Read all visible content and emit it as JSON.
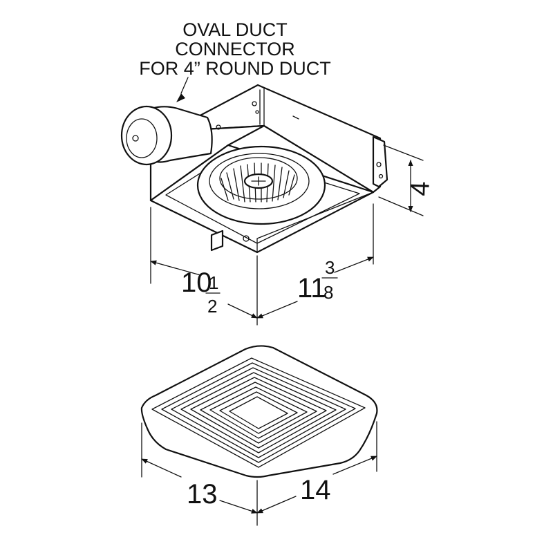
{
  "callout": {
    "lines": [
      "OVAL DUCT",
      "CONNECTOR",
      "FOR 4” ROUND DUCT"
    ]
  },
  "dimensions": {
    "housing_height": "4",
    "housing_depth_whole": "10",
    "housing_depth_num": "1",
    "housing_depth_den": "2",
    "housing_width_whole": "11",
    "housing_width_num": "3",
    "housing_width_den": "8",
    "grille_depth": "13",
    "grille_width": "14"
  }
}
